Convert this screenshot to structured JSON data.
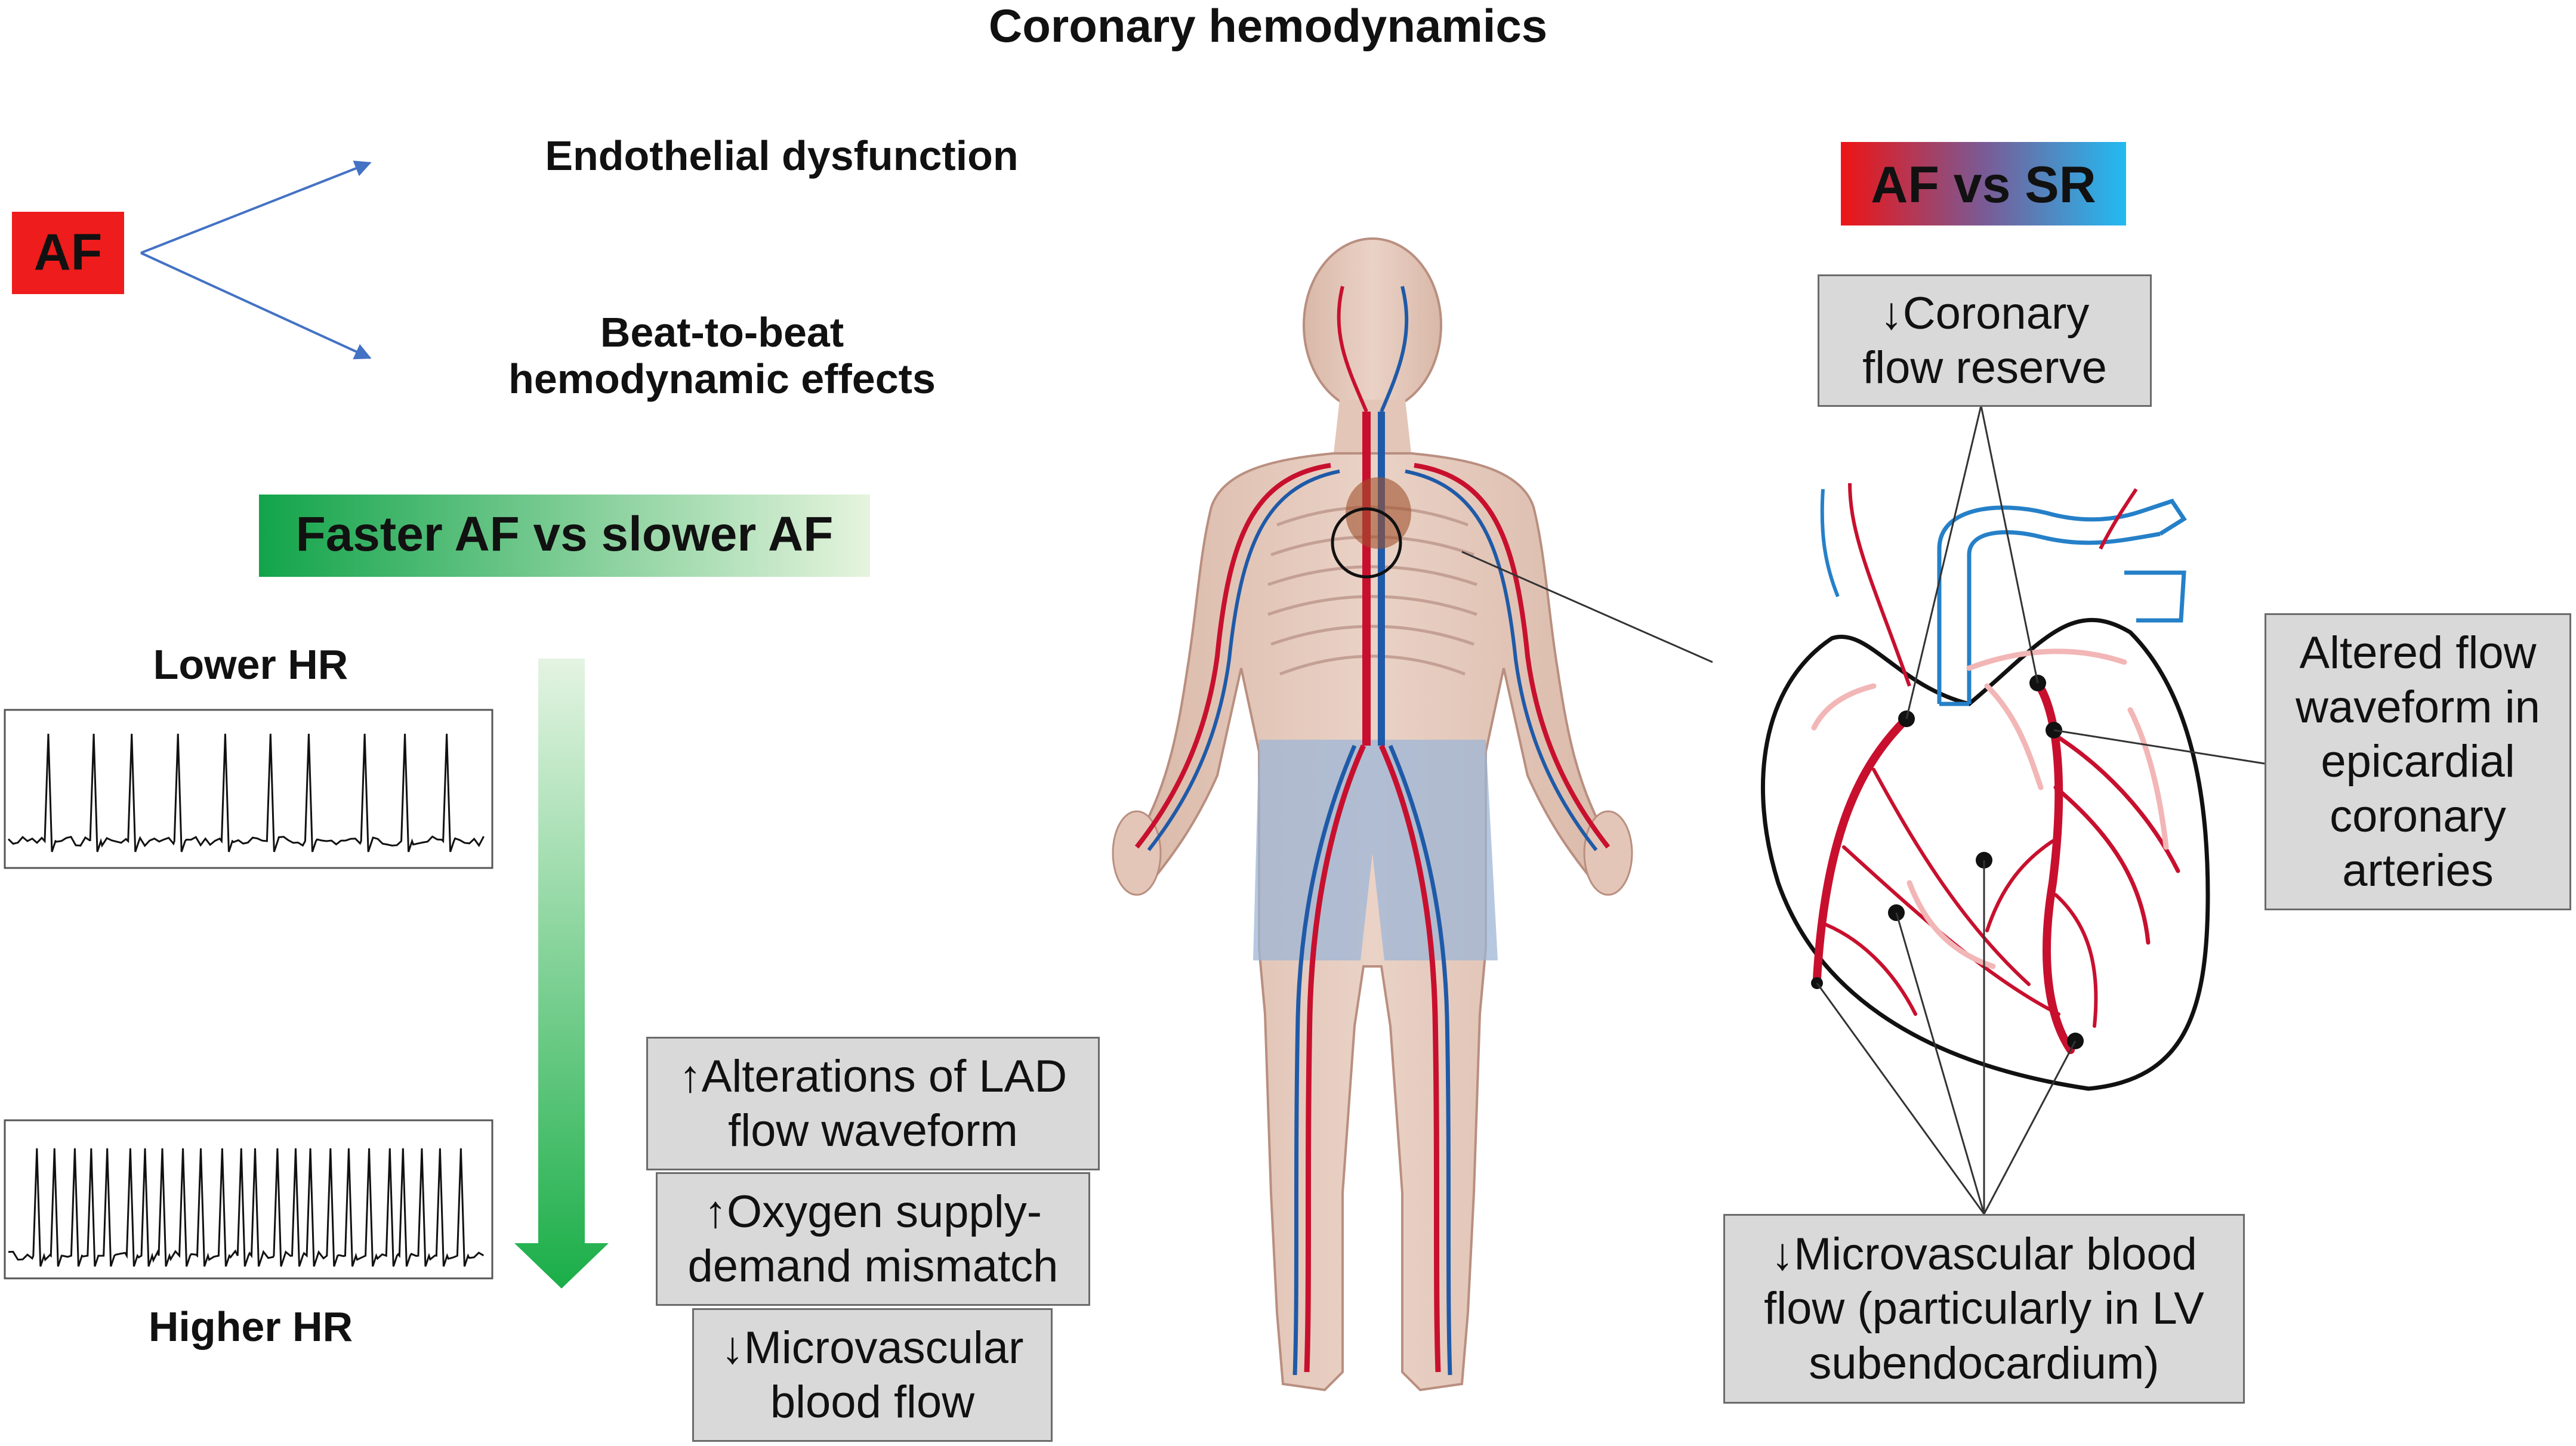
{
  "title": "Coronary hemodynamics",
  "af_label": "AF",
  "af_targets": [
    "Endothelial dysfunction",
    "Beat-to-beat hemodynamic effects"
  ],
  "faster_af_label": "Faster AF vs slower AF",
  "lower_hr_label": "Lower HR",
  "higher_hr_label": "Higher HR",
  "af_vs_sr_label": "AF vs SR",
  "arrow_up": "↑",
  "arrow_down": "↓",
  "left_boxes": [
    {
      "arrow": "up",
      "line1": "Alterations of LAD",
      "line2": "flow waveform"
    },
    {
      "arrow": "up",
      "line1": "Oxygen supply-",
      "line2": "demand mismatch"
    },
    {
      "arrow": "down",
      "line1": "Microvascular",
      "line2": "blood flow"
    }
  ],
  "right_boxes": {
    "coronary_flow_reserve": {
      "arrow": "down",
      "line1": "Coronary",
      "line2": "flow reserve"
    },
    "altered_flow": {
      "line1": "Altered flow",
      "line2": "waveform in",
      "line3": "epicardial",
      "line4": "coronary",
      "line5": "arteries"
    },
    "microvascular": {
      "arrow": "down",
      "line1": "Microvascular blood",
      "line2": "flow (particularly in LV",
      "line3": "subendocardium)"
    }
  },
  "colors": {
    "af_red": "#ee1c1c",
    "sr_blue": "#2ab6ee",
    "green": "#1aae4a",
    "artery_red": "#c8102e",
    "vein_blue": "#1f78c8",
    "box_gray": "#d9d9d9",
    "arrow_blue": "#4472c4"
  },
  "icons": [
    "body-illustration",
    "heart-outline",
    "ecg-trace",
    "gradient-arrow"
  ]
}
